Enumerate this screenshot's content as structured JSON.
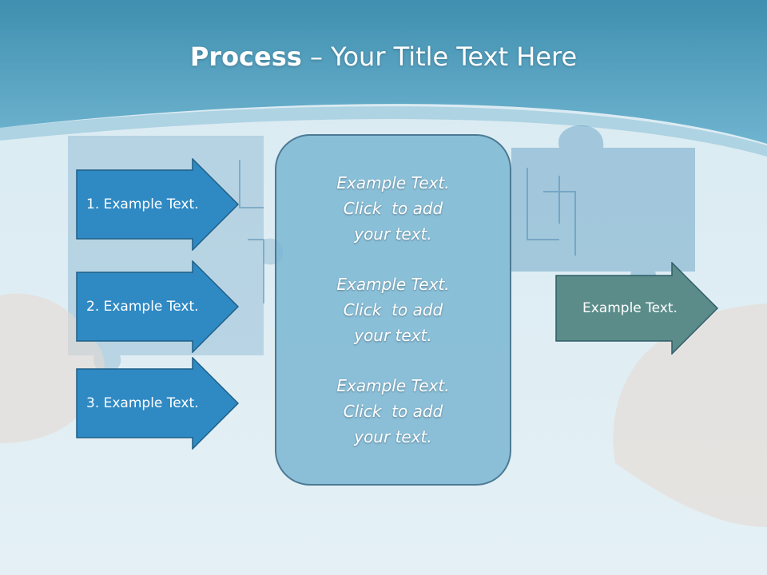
{
  "title": {
    "bold": "Process",
    "rest": " – Your Title Text Here"
  },
  "inputs": [
    {
      "label": "1. Example Text."
    },
    {
      "label": "2. Example Text."
    },
    {
      "label": "3. Example Text."
    }
  ],
  "center": {
    "blocks": [
      "Example Text.\nClick  to add\nyour text.",
      "Example Text.\nClick  to add\nyour text.",
      "Example Text.\nClick  to add\nyour text."
    ]
  },
  "output": {
    "label": "Example Text."
  },
  "colors": {
    "header": "#5aa2c0",
    "input_arrow": "#2f8ac4",
    "center_box": "#78b5d2",
    "output_arrow": "#5b8c8a"
  }
}
